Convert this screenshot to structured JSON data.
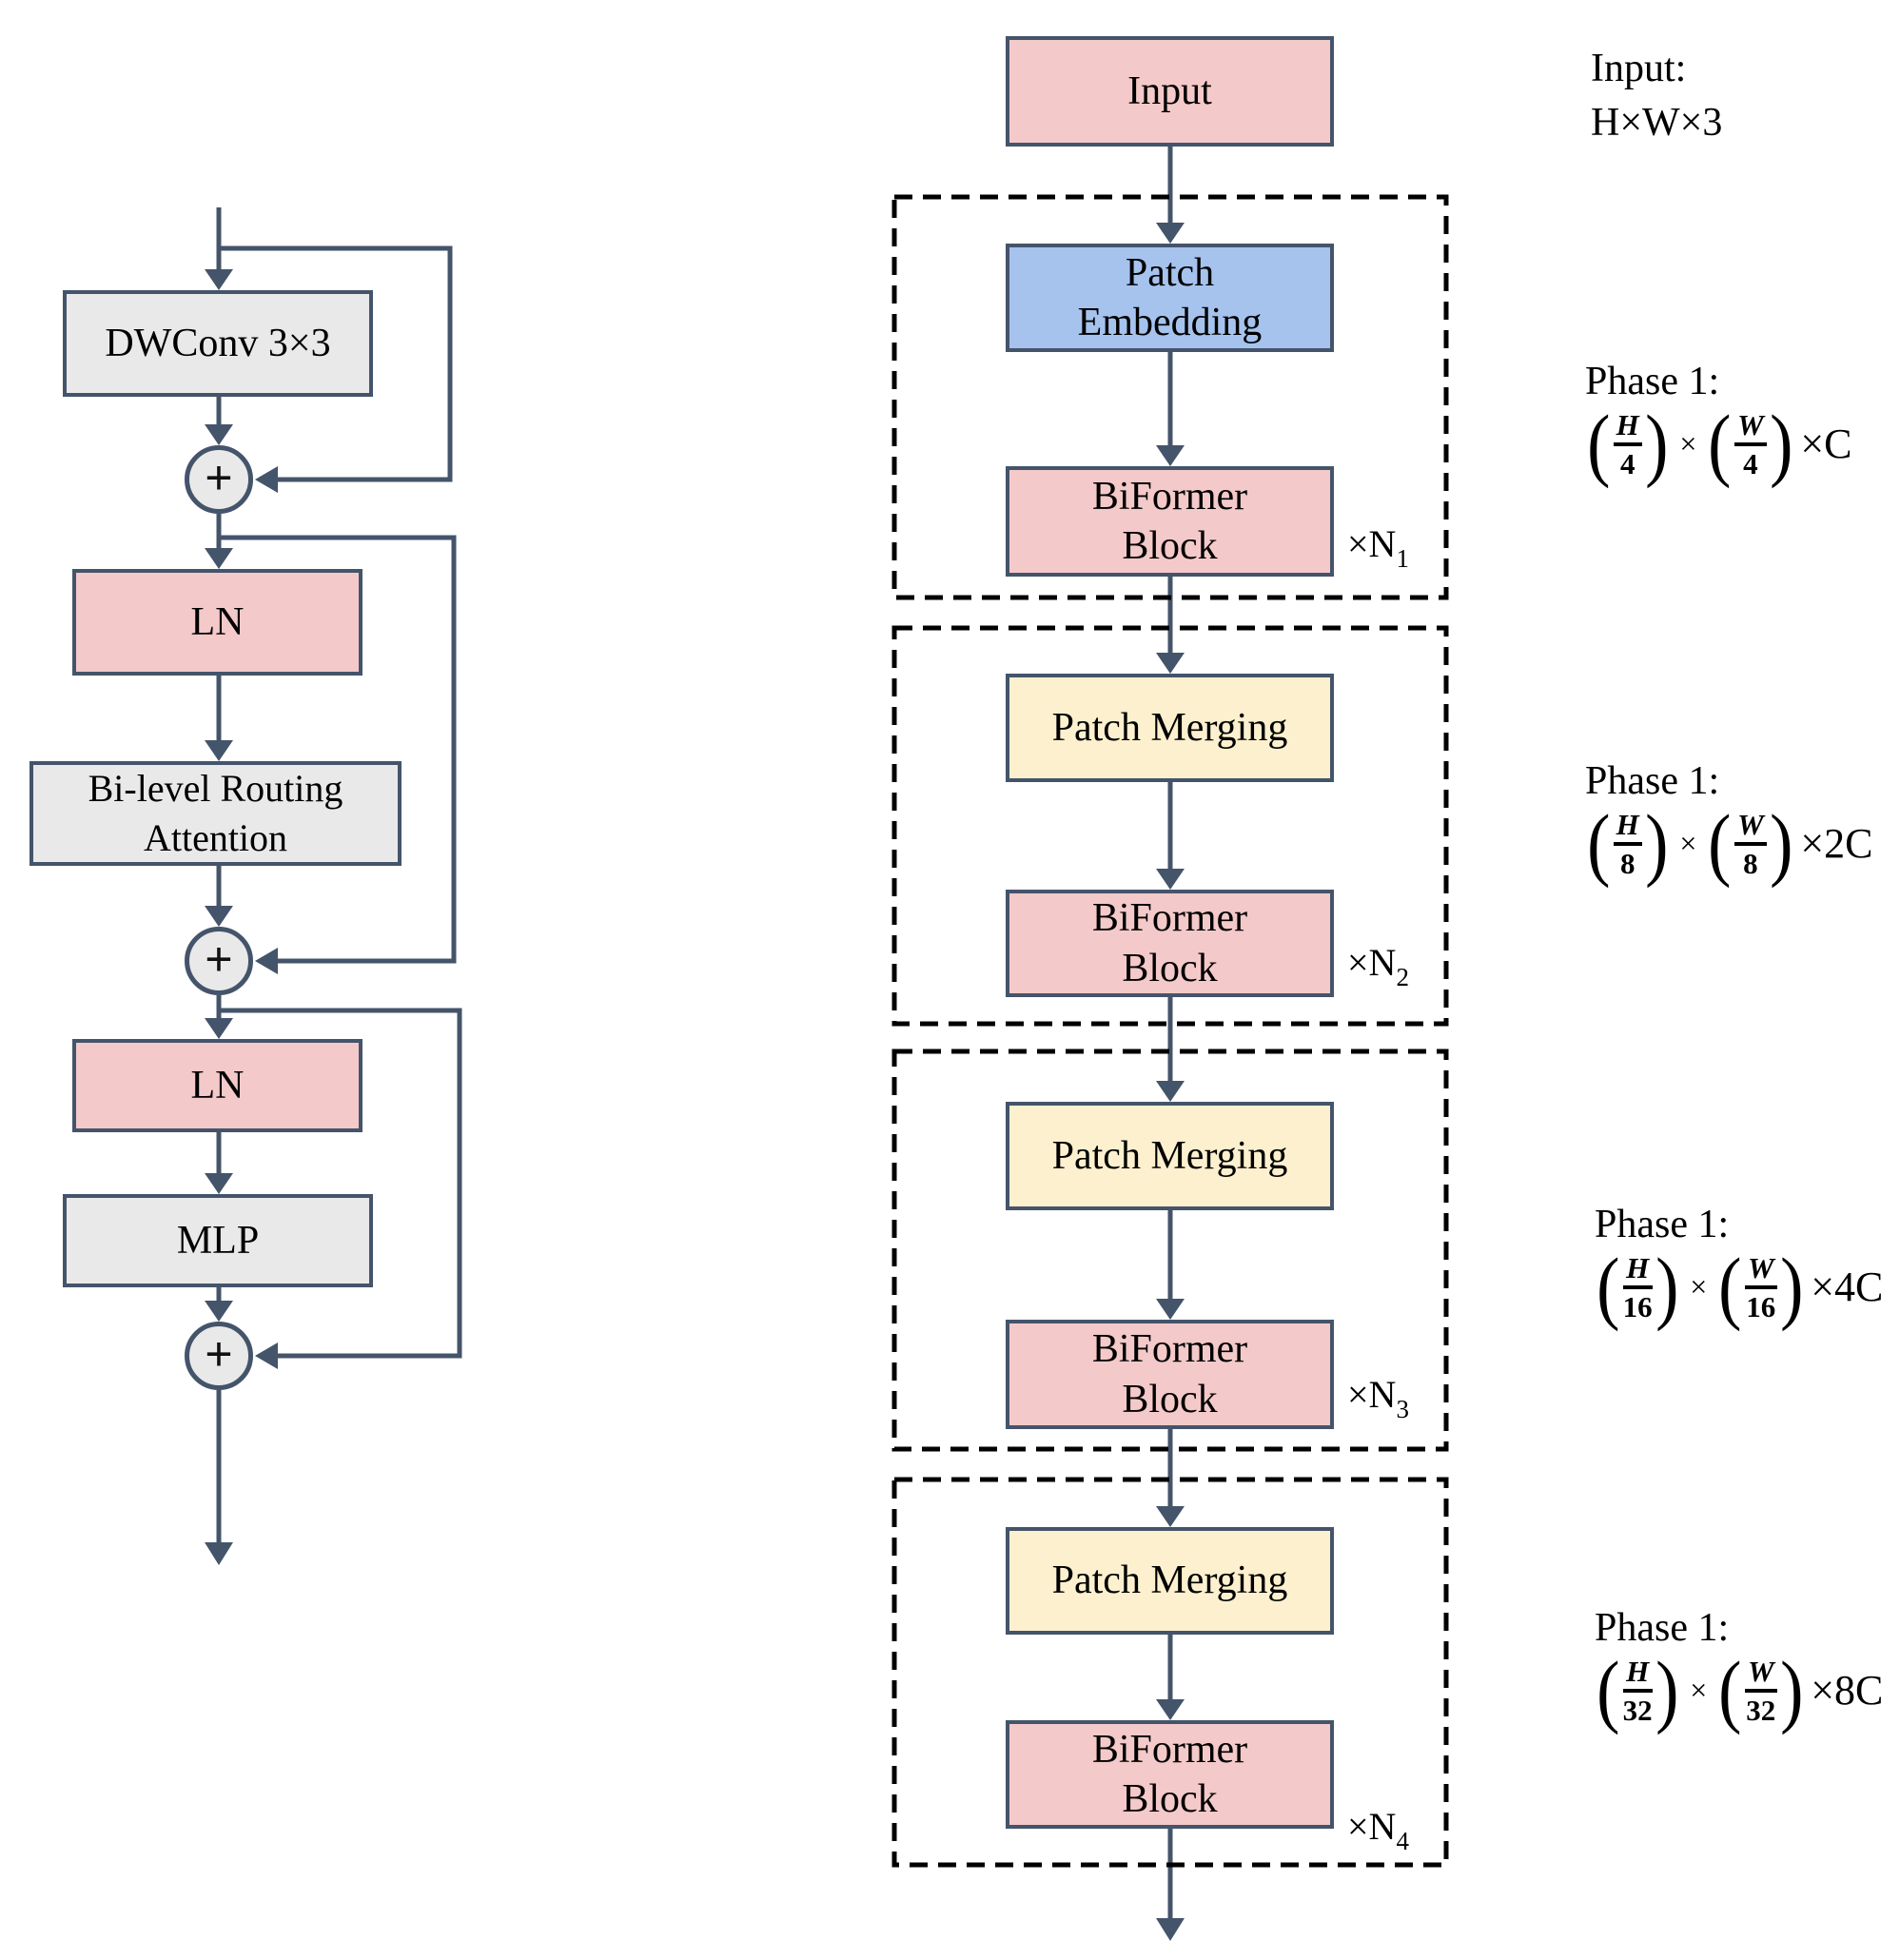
{
  "colors": {
    "wire_and_border": "#44546A",
    "grey_block": "#E9E9E9",
    "pink_block": "#F4C9C9",
    "blue_block": "#A6C3EE",
    "cream_block": "#FDF0CE",
    "dashed_border": "#000000",
    "text": "#000000"
  },
  "left_panel": {
    "plus": "+",
    "blocks": {
      "dwconv": "DWConv 3×3",
      "ln1": "LN",
      "attention_line1": "Bi-level Routing",
      "attention_line2": "Attention",
      "ln2": "LN",
      "mlp": "MLP"
    }
  },
  "right_panel": {
    "input": "Input",
    "stages": [
      {
        "head_line1": "Patch",
        "head_line2": "Embedding",
        "block_line1": "BiFormer",
        "block_line2": "Block",
        "mult": "×N",
        "mult_sub": "1"
      },
      {
        "head": "Patch Merging",
        "block_line1": "BiFormer",
        "block_line2": "Block",
        "mult": "×N",
        "mult_sub": "2"
      },
      {
        "head": "Patch Merging",
        "block_line1": "BiFormer",
        "block_line2": "Block",
        "mult": "×N",
        "mult_sub": "3"
      },
      {
        "head": "Patch Merging",
        "block_line1": "BiFormer",
        "block_line2": "Block",
        "mult": "×N",
        "mult_sub": "4"
      }
    ]
  },
  "annotations": {
    "input_title": "Input:",
    "input_dims": "H×W×3",
    "lparen": "(",
    "rparen": ")",
    "phases": [
      {
        "title": "Phase 1:",
        "f1_num": "H",
        "f1_den": "4",
        "times": "×",
        "f2_num": "W",
        "f2_den": "4",
        "suffix": "×C"
      },
      {
        "title": "Phase 1:",
        "f1_num": "H",
        "f1_den": "8",
        "times": "×",
        "f2_num": "W",
        "f2_den": "8",
        "suffix": "×2C"
      },
      {
        "title": "Phase 1:",
        "f1_num": "H",
        "f1_den": "16",
        "times": "×",
        "f2_num": "W",
        "f2_den": "16",
        "suffix": "×4C"
      },
      {
        "title": "Phase 1:",
        "f1_num": "H",
        "f1_den": "32",
        "times": "×",
        "f2_num": "W",
        "f2_den": "32",
        "suffix": "×8C"
      }
    ]
  }
}
